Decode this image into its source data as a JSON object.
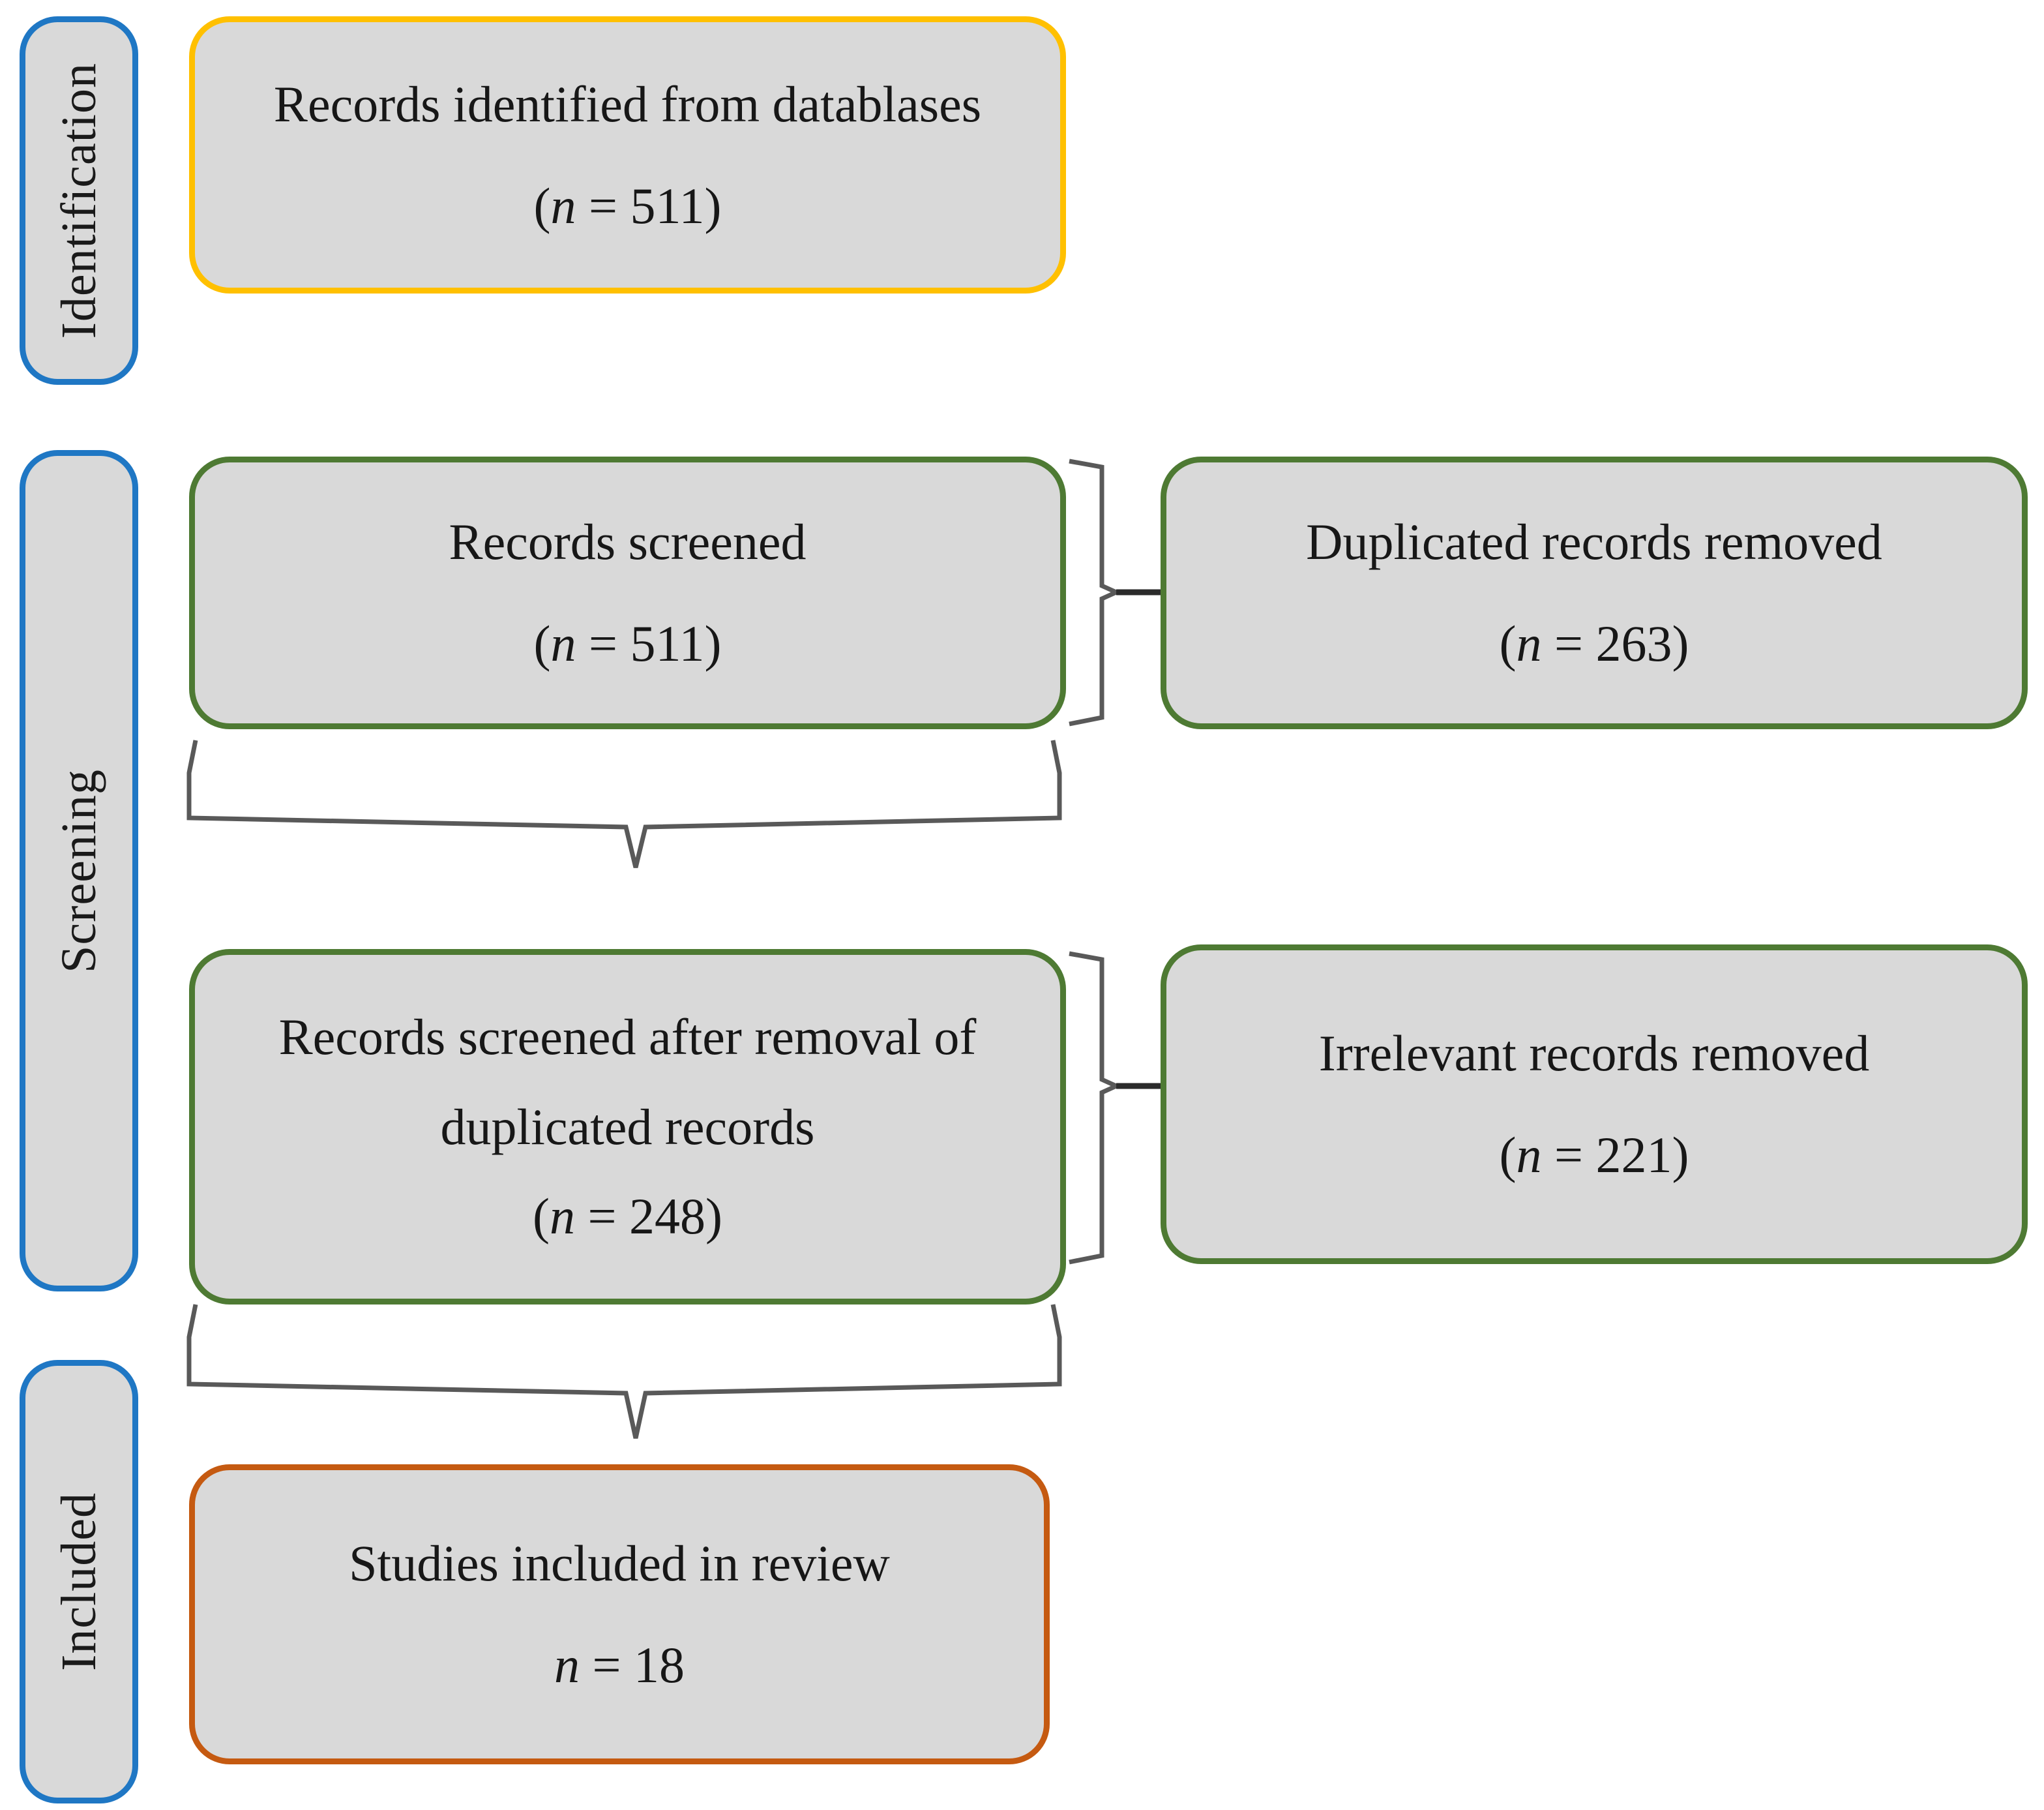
{
  "diagram": {
    "title": "PRISMA study selection flow diagram",
    "colors": {
      "stage_border": "#1f77c4",
      "box_fill": "#d9d9d9",
      "identification_border": "#ffc000",
      "screening_border": "#4e7a33",
      "included_border": "#c55a11",
      "connector": "#595959"
    }
  },
  "stages": [
    {
      "id": "identification",
      "label": "Identification"
    },
    {
      "id": "screening",
      "label": "Screening"
    },
    {
      "id": "included",
      "label": "Included"
    }
  ],
  "nodes": {
    "records_identified": {
      "line1": "Records identified from datablases",
      "count_prefix": "(",
      "count_var": "n",
      "count_eq": " = 511)"
    },
    "records_screened": {
      "line1": "Records screened",
      "count_prefix": "(",
      "count_var": "n",
      "count_eq": " = 511)"
    },
    "duplicates_removed": {
      "line1": "Duplicated records removed",
      "count_prefix": "(",
      "count_var": "n",
      "count_eq": " = 263)"
    },
    "screened_after_dupes": {
      "line1": "Records screened after removal of",
      "line2": "duplicated records",
      "count_prefix": "(",
      "count_var": "n",
      "count_eq": " = 248)"
    },
    "irrelevant_removed": {
      "line1": "Irrelevant records removed",
      "count_prefix": "(",
      "count_var": "n",
      "count_eq": " = 221)"
    },
    "studies_included": {
      "line1": "Studies included in review",
      "count_prefix": "",
      "count_var": "n",
      "count_eq": " = 18"
    }
  },
  "chart_data": {
    "type": "diagram",
    "title": "PRISMA flow diagram",
    "stages": [
      "Identification",
      "Screening",
      "Included"
    ],
    "flow": [
      {
        "step": "Records identified from datablases",
        "n": 511,
        "stage": "Identification"
      },
      {
        "step": "Records screened",
        "n": 511,
        "stage": "Screening"
      },
      {
        "step": "Duplicated records removed",
        "n": 263,
        "stage": "Screening",
        "excluded": true
      },
      {
        "step": "Records screened after removal of duplicated records",
        "n": 248,
        "stage": "Screening"
      },
      {
        "step": "Irrelevant records removed",
        "n": 221,
        "stage": "Screening",
        "excluded": true
      },
      {
        "step": "Studies included in review",
        "n": 18,
        "stage": "Included"
      }
    ]
  }
}
